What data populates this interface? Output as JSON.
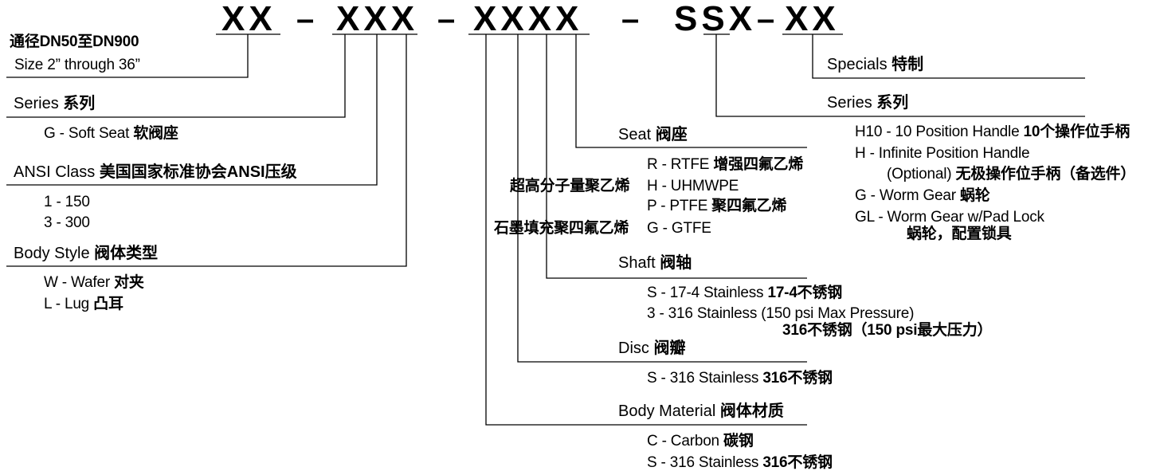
{
  "code": {
    "seg1": "XX",
    "seg2": "XXX",
    "seg3": "XXXX",
    "seg4": "SSX",
    "seg5": "XX",
    "dash": "–"
  },
  "size": {
    "cn": "通径DN50至DN900",
    "en": "Size 2” through 36”"
  },
  "series_left": {
    "title_en": "Series ",
    "title_cn": "系列",
    "items": [
      {
        "en": "G - Soft Seat ",
        "cn": "软阀座"
      }
    ]
  },
  "ansi": {
    "title_en": "ANSI Class ",
    "title_cn": "美国国家标准协会ANSI压级",
    "items": [
      {
        "en": "1 - 150"
      },
      {
        "en": "3 - 300"
      }
    ]
  },
  "body_style": {
    "title_en": "Body Style ",
    "title_cn": "阀体类型",
    "items": [
      {
        "en": "W - Wafer ",
        "cn": "对夹"
      },
      {
        "en": "L - Lug ",
        "cn": "凸耳"
      }
    ]
  },
  "seat": {
    "title_en": "Seat ",
    "title_cn": "阀座",
    "items": [
      {
        "pre_cn": "",
        "en": "R - RTFE ",
        "cn": "增强四氟乙烯"
      },
      {
        "pre_cn": "超高分子量聚乙烯",
        "en": "H - UHMWPE",
        "cn": ""
      },
      {
        "pre_cn": "",
        "en": "P - PTFE ",
        "cn": "聚四氟乙烯"
      },
      {
        "pre_cn": "石墨填充聚四氟乙烯",
        "en": "G - GTFE",
        "cn": ""
      }
    ]
  },
  "shaft": {
    "title_en": "Shaft ",
    "title_cn": "阀轴",
    "items": [
      {
        "en": "S - 17-4 Stainless ",
        "cn": "17-4不锈钢"
      },
      {
        "en": "3 - 316 Stainless (150 psi Max Pressure)",
        "cn": ""
      }
    ],
    "note_cn": "316不锈钢（150 psi最大压力）"
  },
  "disc": {
    "title_en": "Disc ",
    "title_cn": "阀瓣",
    "items": [
      {
        "en": "S - 316 Stainless ",
        "cn": "316不锈钢"
      }
    ]
  },
  "body_material": {
    "title_en": "Body Material ",
    "title_cn": "阀体材质",
    "items": [
      {
        "en": "C - Carbon ",
        "cn": "碳钢"
      },
      {
        "en": "S - 316 Stainless ",
        "cn": "316不锈钢"
      }
    ]
  },
  "specials": {
    "title_en": "Specials ",
    "title_cn": "特制"
  },
  "series_right": {
    "title_en": "Series ",
    "title_cn": "系列",
    "items": [
      {
        "en": "H10 - 10 Position Handle ",
        "cn": "10个操作位手柄"
      },
      {
        "en": "H - Infinite Position Handle",
        "cn": ""
      },
      {
        "en": "(Optional) ",
        "cn": "无极操作位手柄（备选件）"
      },
      {
        "en": "G - Worm Gear ",
        "cn": "蜗轮"
      },
      {
        "en": "GL - Worm Gear w/Pad Lock",
        "cn": ""
      }
    ],
    "note_cn": "蜗轮，配置锁具"
  }
}
